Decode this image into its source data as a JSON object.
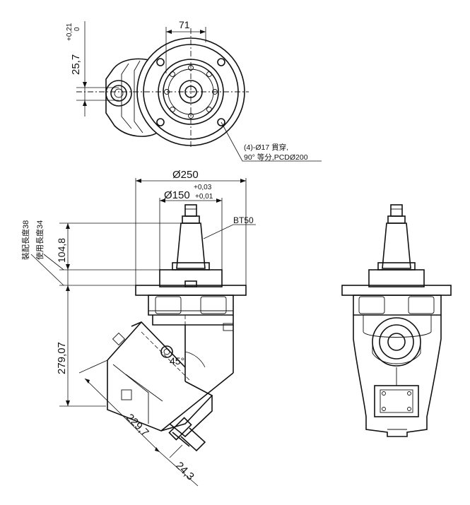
{
  "dimensions": {
    "top_width": "71",
    "top_offset": "25,7",
    "top_offset_tol_upper": "+0,21",
    "top_offset_tol_lower": "0",
    "flange_dia": "Ø250",
    "pilot_dia": "Ø150",
    "pilot_tol_upper": "+0,03",
    "pilot_tol_lower": "+0,01",
    "holder": "BT50",
    "gauge_len": "104,8",
    "mount_length": "裝配長度38",
    "use_length": "使用長度34",
    "height": "279,07",
    "angle": "45°",
    "diag_len": "229,7",
    "diag_offset": "24,3"
  },
  "notes": {
    "hole_line1": "(4)-Ø17 貫穿,",
    "hole_line2": "90° 等分,PCDØ200"
  }
}
